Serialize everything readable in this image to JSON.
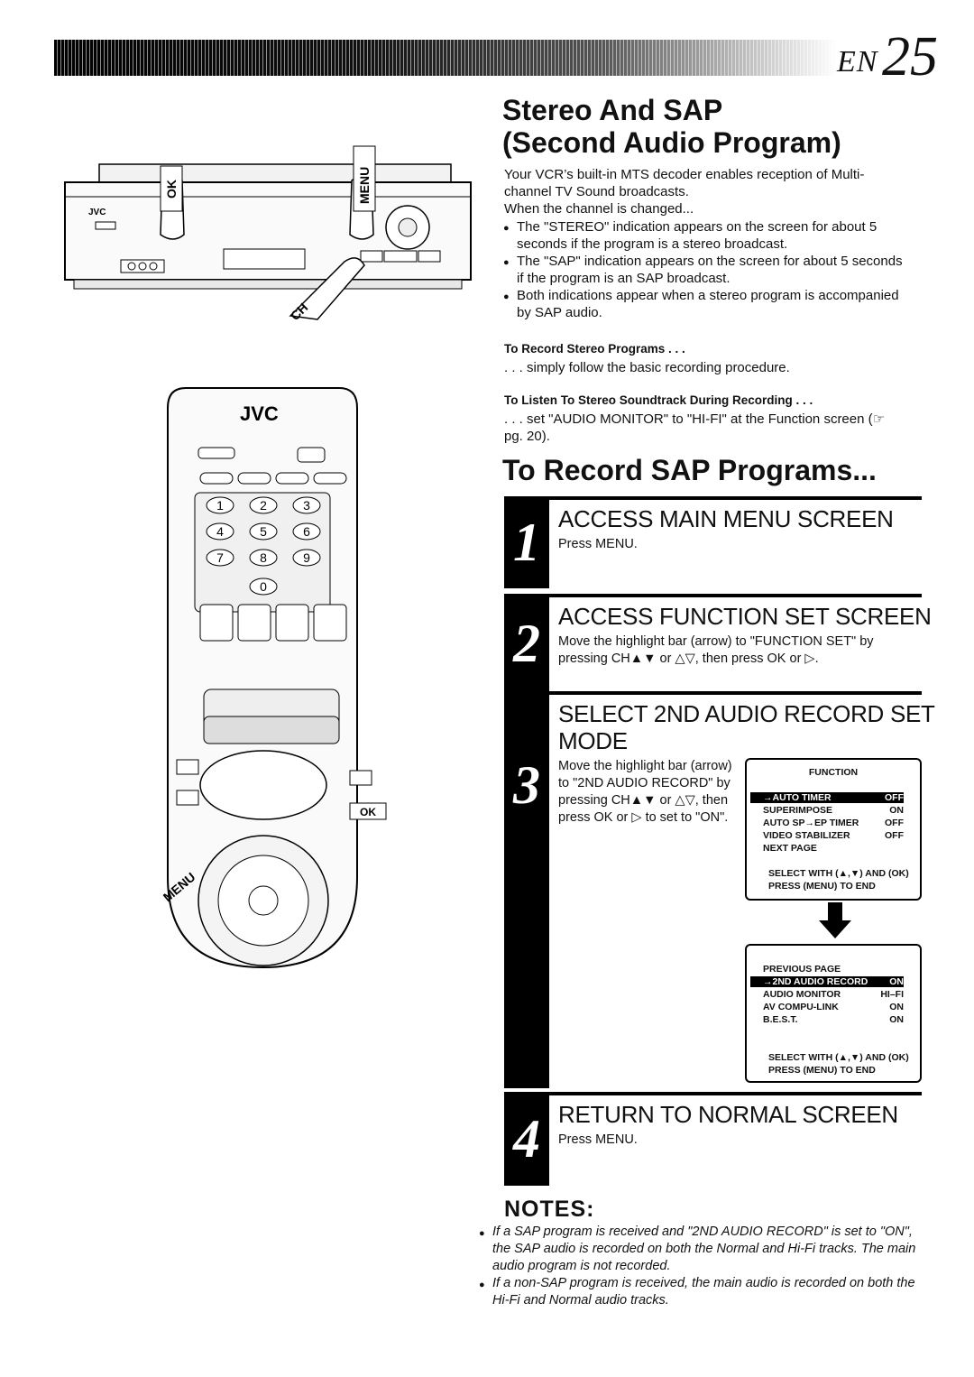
{
  "header": {
    "lang": "EN",
    "page_number": "25"
  },
  "title": {
    "line1": "Stereo And SAP",
    "line2": "(Second Audio Program)"
  },
  "intro": {
    "p1": "Your VCR’s built-in MTS decoder enables reception of Multi-channel TV Sound broadcasts.",
    "p2": "When the channel is changed...",
    "bullets": [
      "The \"STEREO\" indication appears on the screen for about 5 seconds if the program is a stereo broadcast.",
      "The \"SAP\" indication appears on the screen for about 5 seconds if the program is an SAP broadcast.",
      "Both indications appear when a stereo program is accompanied by SAP audio."
    ]
  },
  "record_stereo": {
    "heading": "To Record Stereo Programs . . .",
    "text": ". . . simply follow the basic recording procedure."
  },
  "listen_stereo": {
    "heading": "To Listen To Stereo Soundtrack During Recording . . .",
    "text": ". . . set \"AUDIO MONITOR\" to \"HI-FI\" at the Function screen (☞ pg. 20)."
  },
  "sap_title": "To Record SAP Programs...",
  "steps": [
    {
      "number": "1",
      "heading": "ACCESS MAIN MENU SCREEN",
      "body": "Press MENU."
    },
    {
      "number": "2",
      "heading": "ACCESS FUNCTION SET SCREEN",
      "body": "Move the highlight bar (arrow) to \"FUNCTION SET\" by pressing CH▲▼ or △▽, then press OK or ▷."
    },
    {
      "number": "3",
      "heading_line1": "SELECT 2ND AUDIO RECORD SET",
      "heading_line2": "MODE",
      "body": "Move the highlight bar (arrow) to \"2ND AUDIO RECORD\" by pressing CH▲▼ or △▽, then press OK or ▷ to set to \"ON\"."
    },
    {
      "number": "4",
      "heading": "RETURN TO NORMAL SCREEN",
      "body": "Press MENU."
    }
  ],
  "osd1": {
    "title": "FUNCTION",
    "rows": [
      {
        "label": "→AUTO TIMER",
        "value": "OFF"
      },
      {
        "label": "SUPERIMPOSE",
        "value": "ON"
      },
      {
        "label": "AUTO SP→EP TIMER",
        "value": "OFF"
      },
      {
        "label": "VIDEO STABILIZER",
        "value": "OFF"
      },
      {
        "label": "NEXT PAGE",
        "value": ""
      }
    ],
    "footer1": "SELECT WITH (▲,▼) AND (OK)",
    "footer2": "PRESS (MENU) TO END"
  },
  "osd2": {
    "rows": [
      {
        "label": "PREVIOUS PAGE",
        "value": ""
      },
      {
        "label": "→2ND AUDIO RECORD",
        "value": "ON"
      },
      {
        "label": "AUDIO MONITOR",
        "value": "HI–FI"
      },
      {
        "label": "AV COMPU-LINK",
        "value": "ON"
      },
      {
        "label": "B.E.S.T.",
        "value": "ON"
      }
    ],
    "footer1": "SELECT WITH (▲,▼) AND (OK)",
    "footer2": "PRESS (MENU) TO END"
  },
  "notes": {
    "title": "NOTES:",
    "items": [
      "If a SAP program is received and \"2ND AUDIO RECORD\" is set to \"ON\", the SAP audio is recorded on both the Normal and Hi-Fi tracks. The main audio program is not recorded.",
      "If a non-SAP program is received, the main audio is recorded on both the Hi-Fi and Normal audio tracks."
    ]
  },
  "illustration": {
    "vcr_brand": "JVC",
    "vcr_labels": {
      "ok": "OK",
      "menu": "MENU",
      "ch": "CH"
    },
    "remote_brand": "JVC",
    "keypad": [
      "1",
      "2",
      "3",
      "4",
      "5",
      "6",
      "7",
      "8",
      "9",
      "0"
    ],
    "remote_callouts": {
      "ok": "OK",
      "menu": "MENU"
    }
  }
}
